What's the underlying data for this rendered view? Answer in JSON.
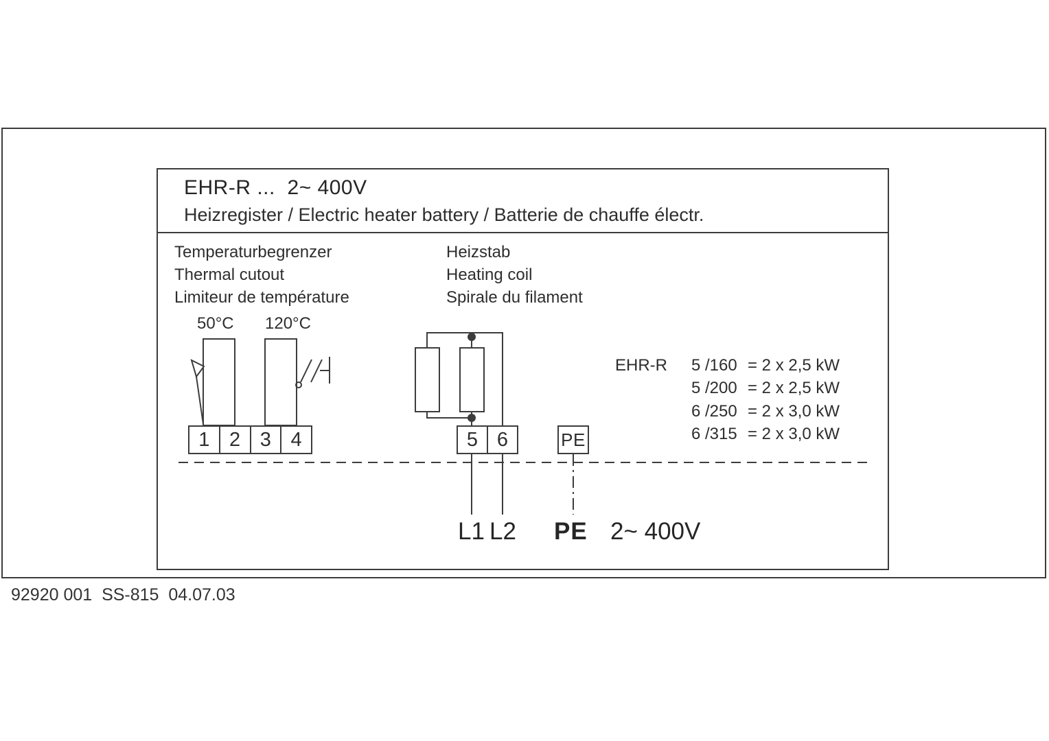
{
  "title_block": {
    "model_line": "EHR-R ...  2~ 400V",
    "description_line": "Heizregister / Electric heater battery / Batterie de chauffe électr."
  },
  "thermal_cutout": {
    "label_de": "Temperaturbegrenzer",
    "label_en": "Thermal cutout",
    "label_fr": "Limiteur de température",
    "temp_1": "50°C",
    "temp_2": "120°C"
  },
  "heating_coil": {
    "label_de": "Heizstab",
    "label_en": "Heating coil",
    "label_fr": "Spirale du filament"
  },
  "terminals": {
    "t1": "1",
    "t2": "2",
    "t3": "3",
    "t4": "4",
    "t5": "5",
    "t6": "6",
    "pe": "PE"
  },
  "connections": {
    "l1": "L1",
    "l2": "L2",
    "pe": "PE",
    "voltage": "2~ 400V"
  },
  "ratings": {
    "series": "EHR-R",
    "rows": [
      {
        "model": "5 /160",
        "power": "= 2 x 2,5 kW"
      },
      {
        "model": "5 /200",
        "power": "= 2 x 2,5 kW"
      },
      {
        "model": "6 /250",
        "power": "= 2 x 3,0 kW"
      },
      {
        "model": "6 /315",
        "power": "= 2 x 3,0 kW"
      }
    ]
  },
  "footer": {
    "doc_number": "92920 001  SS-815  04.07.03"
  },
  "colors": {
    "line": "#3c3c3c",
    "background": "#ffffff"
  }
}
